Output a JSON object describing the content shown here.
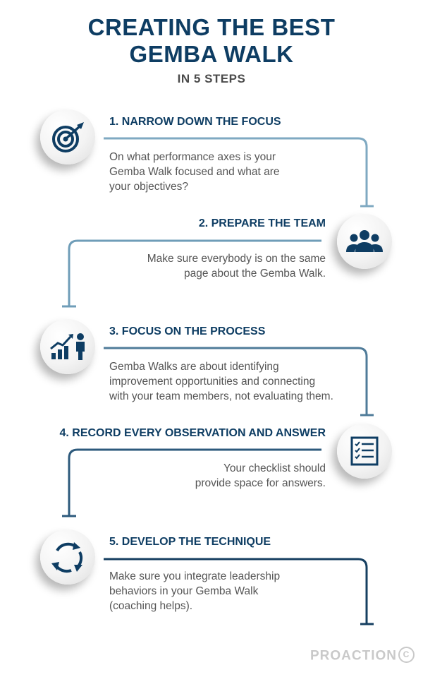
{
  "header": {
    "title_line1": "CREATING THE BEST",
    "title_line2": "GEMBA WALK",
    "subtitle": "IN 5 STEPS"
  },
  "steps": [
    {
      "title": "1. NARROW DOWN THE FOCUS",
      "lines": [
        "On what performance axes is your",
        "Gemba Walk focused and what are",
        "your objectives?"
      ],
      "icon": "target-icon"
    },
    {
      "title": "2. PREPARE THE TEAM",
      "lines": [
        "Make sure everybody is on the same",
        "page about the Gemba Walk."
      ],
      "icon": "team-icon"
    },
    {
      "title": "3. FOCUS ON THE PROCESS",
      "lines": [
        "Gemba Walks are about identifying",
        "improvement opportunities and connecting",
        "with your team members, not evaluating them."
      ],
      "icon": "growth-chart-icon"
    },
    {
      "title": "4. RECORD EVERY OBSERVATION AND ANSWER",
      "lines": [
        "Your checklist should",
        "provide space for answers."
      ],
      "icon": "checklist-icon"
    },
    {
      "title": "5. DEVELOP THE TECHNIQUE",
      "lines": [
        "Make sure you integrate leadership",
        "behaviors in your Gemba Walk",
        "(coaching helps)."
      ],
      "icon": "cycle-arrows-icon"
    }
  ],
  "logo": {
    "text": "PROACTION",
    "mark": "C"
  },
  "colors": {
    "navy": "#0e3d63",
    "teal": "#6f9db8",
    "steel": "#3d6a8a",
    "text": "#555555"
  }
}
